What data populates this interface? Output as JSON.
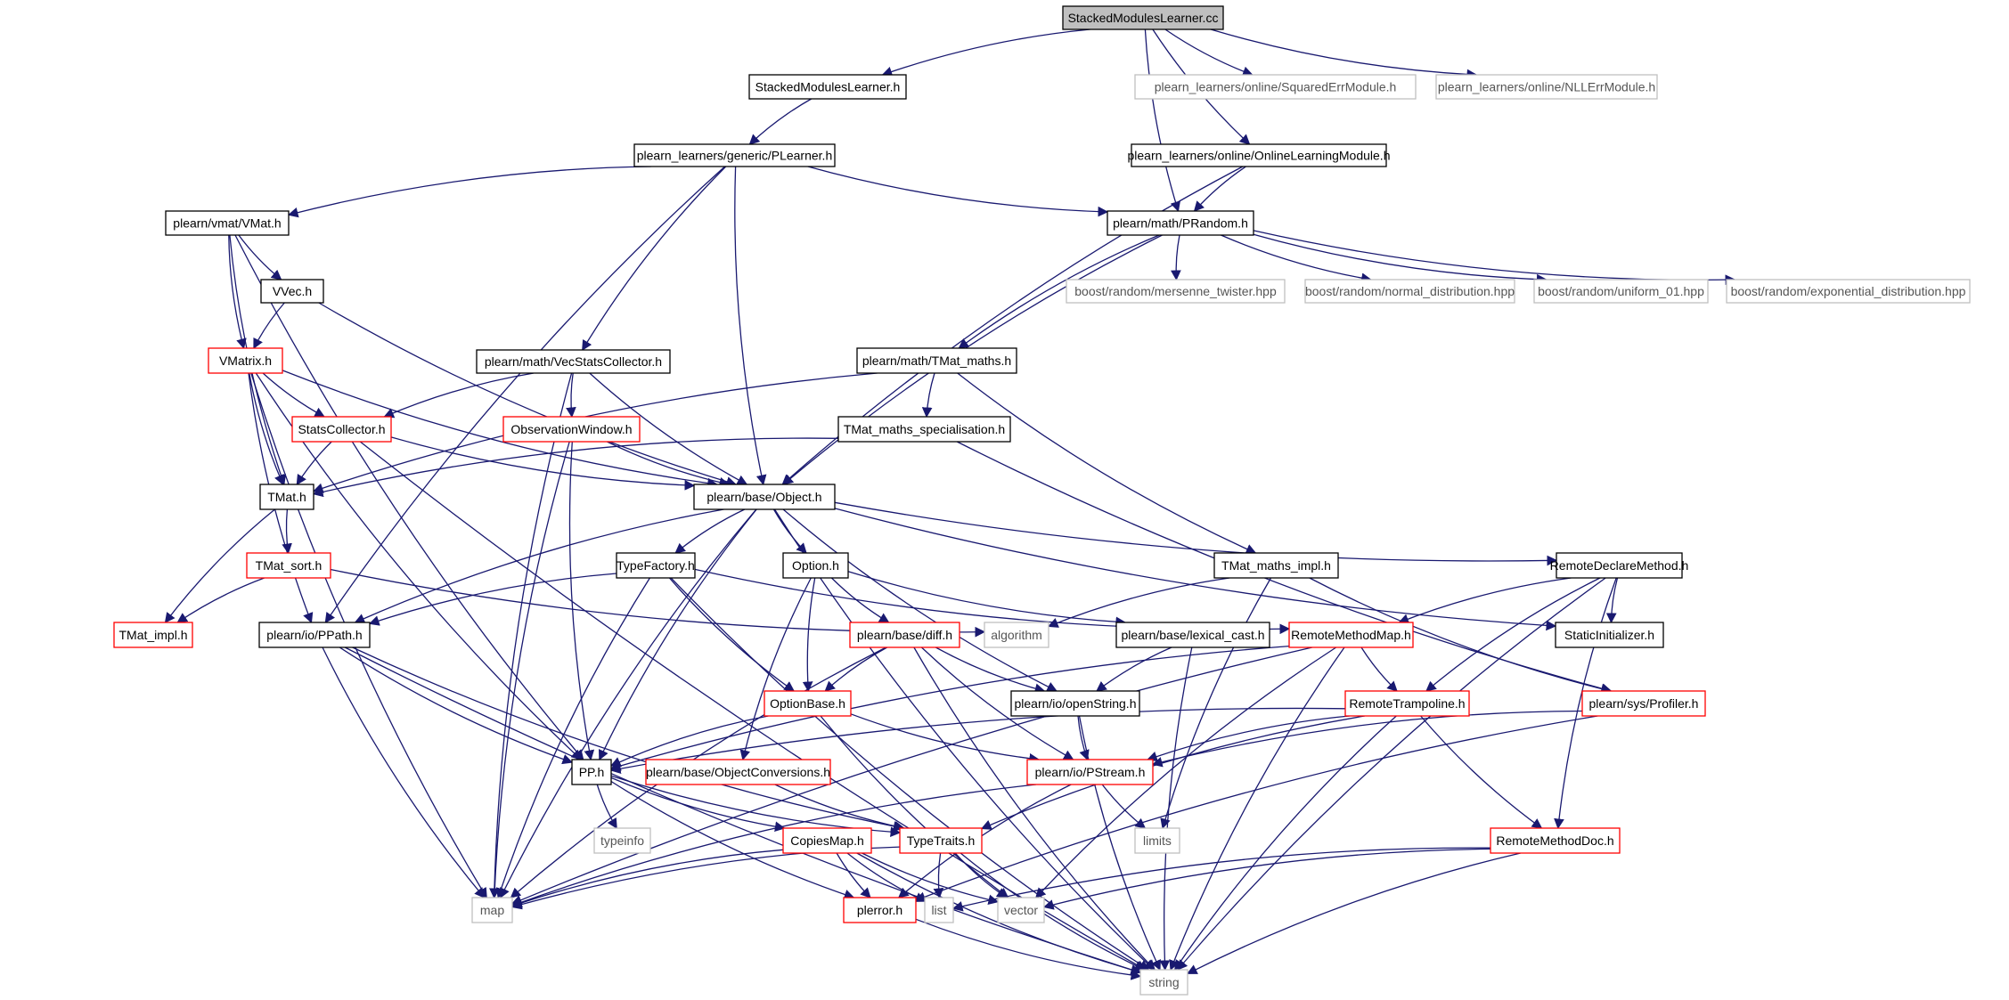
{
  "colors": {
    "edge": "#191970",
    "border_black": "#000000",
    "border_red": "#ff0000",
    "border_gray": "#bfbfbf",
    "root_fill": "#bfbfbf",
    "node_fill": "#ffffff"
  },
  "nodes": [
    {
      "id": "root",
      "label": "StackedModulesLearner.cc",
      "style": "root"
    },
    {
      "id": "smlh",
      "label": "StackedModulesLearner.h",
      "style": "black"
    },
    {
      "id": "sqerr",
      "label": "plearn_learners/online/SquaredErrModule.h",
      "style": "gray"
    },
    {
      "id": "nllerr",
      "label": "plearn_learners/online/NLLErrModule.h",
      "style": "gray"
    },
    {
      "id": "plearner",
      "label": "plearn_learners/generic/PLearner.h",
      "style": "black"
    },
    {
      "id": "olm",
      "label": "plearn_learners/online/OnlineLearningModule.h",
      "style": "black"
    },
    {
      "id": "vmat",
      "label": "plearn/vmat/VMat.h",
      "style": "black"
    },
    {
      "id": "prandom",
      "label": "plearn/math/PRandom.h",
      "style": "black"
    },
    {
      "id": "vvec",
      "label": "VVec.h",
      "style": "black"
    },
    {
      "id": "mersenne",
      "label": "boost/random/mersenne_twister.hpp",
      "style": "gray"
    },
    {
      "id": "normal",
      "label": "boost/random/normal_distribution.hpp",
      "style": "gray"
    },
    {
      "id": "uniform",
      "label": "boost/random/uniform_01.hpp",
      "style": "gray"
    },
    {
      "id": "expo",
      "label": "boost/random/exponential_distribution.hpp",
      "style": "gray"
    },
    {
      "id": "vmatrix",
      "label": "VMatrix.h",
      "style": "red"
    },
    {
      "id": "vecstats",
      "label": "plearn/math/VecStatsCollector.h",
      "style": "black"
    },
    {
      "id": "tmatmaths",
      "label": "plearn/math/TMat_maths.h",
      "style": "black"
    },
    {
      "id": "statscoll",
      "label": "StatsCollector.h",
      "style": "red"
    },
    {
      "id": "obswin",
      "label": "ObservationWindow.h",
      "style": "red"
    },
    {
      "id": "tmatspec",
      "label": "TMat_maths_specialisation.h",
      "style": "black"
    },
    {
      "id": "tmath",
      "label": "TMat.h",
      "style": "black"
    },
    {
      "id": "object",
      "label": "plearn/base/Object.h",
      "style": "black"
    },
    {
      "id": "tmatsort",
      "label": "TMat_sort.h",
      "style": "red"
    },
    {
      "id": "typefactory",
      "label": "TypeFactory.h",
      "style": "black"
    },
    {
      "id": "option",
      "label": "Option.h",
      "style": "black"
    },
    {
      "id": "tmatmathsimpl",
      "label": "TMat_maths_impl.h",
      "style": "black"
    },
    {
      "id": "remotedeclare",
      "label": "RemoteDeclareMethod.h",
      "style": "black"
    },
    {
      "id": "tmatimpl",
      "label": "TMat_impl.h",
      "style": "red"
    },
    {
      "id": "ppath",
      "label": "plearn/io/PPath.h",
      "style": "black"
    },
    {
      "id": "algorithm",
      "label": "algorithm",
      "style": "gray"
    },
    {
      "id": "diff",
      "label": "plearn/base/diff.h",
      "style": "red"
    },
    {
      "id": "lexcast",
      "label": "plearn/base/lexical_cast.h",
      "style": "black"
    },
    {
      "id": "remotemethodmap",
      "label": "RemoteMethodMap.h",
      "style": "red"
    },
    {
      "id": "staticinit",
      "label": "StaticInitializer.h",
      "style": "black"
    },
    {
      "id": "optionbase",
      "label": "OptionBase.h",
      "style": "red"
    },
    {
      "id": "openstring",
      "label": "plearn/io/openString.h",
      "style": "black"
    },
    {
      "id": "remotetramp",
      "label": "RemoteTrampoline.h",
      "style": "red"
    },
    {
      "id": "profiler",
      "label": "plearn/sys/Profiler.h",
      "style": "red"
    },
    {
      "id": "pp",
      "label": "PP.h",
      "style": "black"
    },
    {
      "id": "objconv",
      "label": "plearn/base/ObjectConversions.h",
      "style": "red"
    },
    {
      "id": "pstream",
      "label": "plearn/io/PStream.h",
      "style": "red"
    },
    {
      "id": "typeinfo",
      "label": "typeinfo",
      "style": "gray"
    },
    {
      "id": "copiesmap",
      "label": "CopiesMap.h",
      "style": "red"
    },
    {
      "id": "typetraits",
      "label": "TypeTraits.h",
      "style": "red"
    },
    {
      "id": "limits",
      "label": "limits",
      "style": "gray"
    },
    {
      "id": "remotemethoddoc",
      "label": "RemoteMethodDoc.h",
      "style": "red"
    },
    {
      "id": "map",
      "label": "map",
      "style": "gray"
    },
    {
      "id": "list",
      "label": "list",
      "style": "gray"
    },
    {
      "id": "vector",
      "label": "vector",
      "style": "gray"
    },
    {
      "id": "plerror",
      "label": "plerror.h",
      "style": "red"
    },
    {
      "id": "string",
      "label": "string",
      "style": "gray"
    }
  ],
  "edges": [
    [
      "root",
      "smlh"
    ],
    [
      "root",
      "sqerr"
    ],
    [
      "root",
      "nllerr"
    ],
    [
      "root",
      "olm"
    ],
    [
      "root",
      "prandom"
    ],
    [
      "smlh",
      "plearner"
    ],
    [
      "plearner",
      "vmat"
    ],
    [
      "plearner",
      "prandom"
    ],
    [
      "plearner",
      "vecstats"
    ],
    [
      "plearner",
      "object"
    ],
    [
      "plearner",
      "ppath"
    ],
    [
      "olm",
      "prandom"
    ],
    [
      "olm",
      "object"
    ],
    [
      "prandom",
      "mersenne"
    ],
    [
      "prandom",
      "normal"
    ],
    [
      "prandom",
      "uniform"
    ],
    [
      "prandom",
      "expo"
    ],
    [
      "prandom",
      "tmatmaths"
    ],
    [
      "prandom",
      "object"
    ],
    [
      "vmat",
      "vvec"
    ],
    [
      "vmat",
      "vmatrix"
    ],
    [
      "vmat",
      "tmath"
    ],
    [
      "vmat",
      "pp"
    ],
    [
      "vvec",
      "vmatrix"
    ],
    [
      "vvec",
      "object"
    ],
    [
      "vmatrix",
      "statscoll"
    ],
    [
      "vmatrix",
      "tmath"
    ],
    [
      "vmatrix",
      "object"
    ],
    [
      "vmatrix",
      "ppath"
    ],
    [
      "vmatrix",
      "map"
    ],
    [
      "vmatrix",
      "pp"
    ],
    [
      "vecstats",
      "statscoll"
    ],
    [
      "vecstats",
      "obswin"
    ],
    [
      "vecstats",
      "object"
    ],
    [
      "vecstats",
      "map"
    ],
    [
      "tmatmaths",
      "tmatspec"
    ],
    [
      "tmatmaths",
      "tmatmathsimpl"
    ],
    [
      "tmatmaths",
      "tmath"
    ],
    [
      "statscoll",
      "tmath"
    ],
    [
      "statscoll",
      "object"
    ],
    [
      "statscoll",
      "string"
    ],
    [
      "obswin",
      "object"
    ],
    [
      "obswin",
      "pp"
    ],
    [
      "obswin",
      "map"
    ],
    [
      "tmatspec",
      "tmath"
    ],
    [
      "tmatspec",
      "profiler"
    ],
    [
      "tmath",
      "tmatsort"
    ],
    [
      "tmath",
      "tmatimpl"
    ],
    [
      "tmatsort",
      "tmatimpl"
    ],
    [
      "tmatsort",
      "algorithm"
    ],
    [
      "object",
      "typefactory"
    ],
    [
      "object",
      "option"
    ],
    [
      "object",
      "remotedeclare"
    ],
    [
      "object",
      "staticinit"
    ],
    [
      "object",
      "ppath"
    ],
    [
      "object",
      "pp"
    ],
    [
      "object",
      "map"
    ],
    [
      "object",
      "string"
    ],
    [
      "object",
      "openstring"
    ],
    [
      "typefactory",
      "ppath"
    ],
    [
      "typefactory",
      "optionbase"
    ],
    [
      "typefactory",
      "remotemethodmap"
    ],
    [
      "typefactory",
      "map"
    ],
    [
      "typefactory",
      "string"
    ],
    [
      "option",
      "diff"
    ],
    [
      "option",
      "optionbase"
    ],
    [
      "option",
      "objconv"
    ],
    [
      "option",
      "lexcast"
    ],
    [
      "tmatmathsimpl",
      "algorithm"
    ],
    [
      "tmatmathsimpl",
      "profiler"
    ],
    [
      "tmatmathsimpl",
      "limits"
    ],
    [
      "remotedeclare",
      "remotemethodmap"
    ],
    [
      "remotedeclare",
      "staticinit"
    ],
    [
      "remotedeclare",
      "remotetramp"
    ],
    [
      "remotedeclare",
      "remotemethoddoc"
    ],
    [
      "remotedeclare",
      "string"
    ],
    [
      "ppath",
      "pp"
    ],
    [
      "ppath",
      "map"
    ],
    [
      "ppath",
      "string"
    ],
    [
      "ppath",
      "typetraits"
    ],
    [
      "diff",
      "optionbase"
    ],
    [
      "diff",
      "openstring"
    ],
    [
      "diff",
      "pstream"
    ],
    [
      "diff",
      "map"
    ],
    [
      "diff",
      "string"
    ],
    [
      "lexcast",
      "openstring"
    ],
    [
      "lexcast",
      "string"
    ],
    [
      "remotemethodmap",
      "remotetramp"
    ],
    [
      "remotemethodmap",
      "pp"
    ],
    [
      "remotemethodmap",
      "map"
    ],
    [
      "remotemethodmap",
      "vector"
    ],
    [
      "remotemethodmap",
      "string"
    ],
    [
      "optionbase",
      "pp"
    ],
    [
      "optionbase",
      "pstream"
    ],
    [
      "optionbase",
      "vector"
    ],
    [
      "openstring",
      "pstream"
    ],
    [
      "openstring",
      "string"
    ],
    [
      "remotetramp",
      "pp"
    ],
    [
      "remotetramp",
      "pstream"
    ],
    [
      "remotetramp",
      "typetraits"
    ],
    [
      "remotetramp",
      "remotemethoddoc"
    ],
    [
      "remotetramp",
      "string"
    ],
    [
      "profiler",
      "pstream"
    ],
    [
      "profiler",
      "plerror"
    ],
    [
      "pp",
      "typeinfo"
    ],
    [
      "pp",
      "copiesmap"
    ],
    [
      "pp",
      "typetraits"
    ],
    [
      "pp",
      "plerror"
    ],
    [
      "objconv",
      "typetraits"
    ],
    [
      "pstream",
      "map"
    ],
    [
      "pstream",
      "limits"
    ],
    [
      "pstream",
      "plerror"
    ],
    [
      "copiesmap",
      "map"
    ],
    [
      "copiesmap",
      "list"
    ],
    [
      "copiesmap",
      "vector"
    ],
    [
      "copiesmap",
      "plerror"
    ],
    [
      "copiesmap",
      "string"
    ],
    [
      "typetraits",
      "list"
    ],
    [
      "typetraits",
      "vector"
    ],
    [
      "typetraits",
      "map"
    ],
    [
      "typetraits",
      "string"
    ],
    [
      "remotemethoddoc",
      "list"
    ],
    [
      "remotemethoddoc",
      "vector"
    ],
    [
      "remotemethoddoc",
      "string"
    ],
    [
      "plerror",
      "string"
    ]
  ]
}
